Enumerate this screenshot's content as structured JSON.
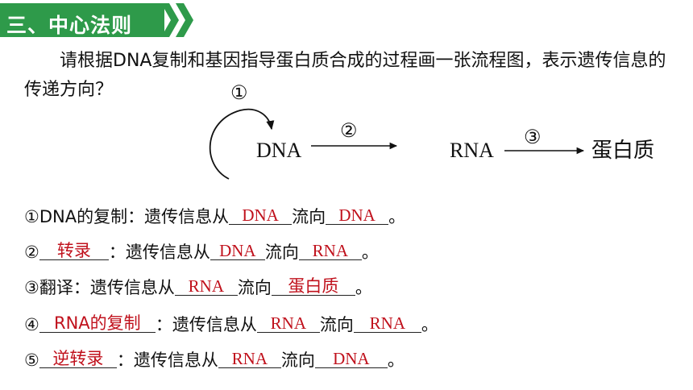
{
  "header": {
    "title": "三、中心法则",
    "colors": {
      "bar": "#2e9a4a",
      "chevron": "#2e9a4a",
      "answer": "#c0111c"
    }
  },
  "prompt": "请根据DNA复制和基因指导蛋白质合成的过程画一张流程图，表示遗传信息的传递方向？",
  "flow": {
    "dna": "DNA",
    "rna": "RNA",
    "protein": "蛋白质",
    "marker1": "①",
    "marker2": "②",
    "marker3": "③"
  },
  "lines": [
    {
      "marker": "①",
      "name": "DNA的复制",
      "text1": "：遗传信息从",
      "from": "DNA",
      "mid": "流向",
      "to": "DNA",
      "end": "。"
    },
    {
      "marker": "②",
      "name": "转录",
      "text1": "：遗传信息从",
      "from": "DNA",
      "mid": "流向",
      "to": "RNA",
      "end": "。"
    },
    {
      "marker": "③",
      "name": "翻译",
      "text1": "：遗传信息从",
      "from": "RNA",
      "mid": "流向",
      "to": "蛋白质",
      "end": "。"
    },
    {
      "marker": "④",
      "name": "RNA的复制",
      "text1": "：遗传信息从",
      "from": "RNA",
      "mid": "流向",
      "to": "RNA",
      "end": "。"
    },
    {
      "marker": "⑤",
      "name": "逆转录",
      "text1": "：遗传信息从",
      "from": "RNA",
      "mid": "流向",
      "to": "DNA",
      "end": "。"
    }
  ]
}
